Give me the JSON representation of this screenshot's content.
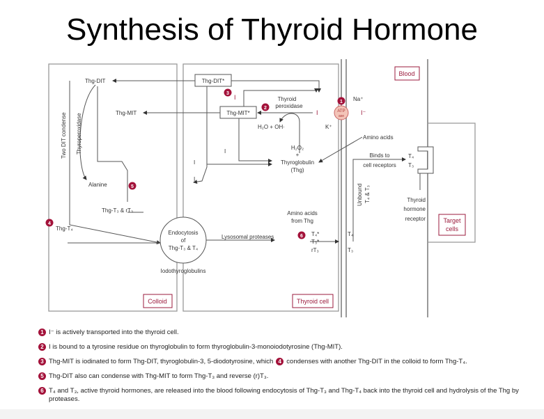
{
  "title": "Synthesis of Thyroid Hormone",
  "diagram": {
    "compartments": {
      "colloid": "Colloid",
      "thyroid_cell": "Thyroid cell",
      "blood": "Blood",
      "target_cells_1": "Target",
      "target_cells_2": "cells"
    },
    "colloid": {
      "thg_dit": "Thg-DIT",
      "thg_mit": "Thg-MIT",
      "two_dit_condense": "Two DIT condense",
      "thyroperoxidase": "Thyroperoxidase",
      "alanine": "Alanine",
      "thg_t3_rt3": "Thg-T₃ & rT₃",
      "thg_t4": "Thg-T₄",
      "endocytosis_1": "Endocytosis",
      "endocytosis_2": "of",
      "endocytosis_3": "Thg-T₃ & T₄",
      "iodothyroglobulins": "Iodothyroglobulins"
    },
    "cell": {
      "thg_dit_star": "Thg-DIT*",
      "thg_mit_star": "Thg-MIT*",
      "iodine": "I",
      "thyroid_1": "Thyroid",
      "peroxidase": "peroxidase",
      "h2o_oh": "H₂O + OH·",
      "h2o2": "H₂O₂",
      "plus": "+",
      "thyroglobulin": "Thyroglobulin",
      "thg": "(Thg)",
      "lysosomal_proteases": "Lysosomal proteases",
      "amino_acids_from_1": "Amino acids",
      "amino_acids_from_2": "from Thg",
      "t4_star": "T₄*",
      "t3_star": "T₃*",
      "rt3": "rT₃"
    },
    "membrane": {
      "na": "Na⁺",
      "k": "K⁺",
      "iodide": "I⁻",
      "atp_1": "ATP",
      "atp_2": "ase",
      "t4": "T₄",
      "t3": "T₃"
    },
    "blood": {
      "amino_acids": "Amino acids",
      "binds_to": "Binds to",
      "cell_receptors": "cell receptors",
      "unbound_1": "Unbound",
      "unbound_2": "T₄ & T₃",
      "t4": "T₄",
      "t3": "T₃",
      "receptor_1": "Thyroid",
      "receptor_2": "hormone",
      "receptor_3": "receptor"
    },
    "steps": [
      "1",
      "2",
      "3",
      "4",
      "5",
      "6"
    ]
  },
  "legend": [
    {
      "num": "1",
      "text": "I⁻ is actively transported into the thyroid cell."
    },
    {
      "num": "2",
      "text": "I is bound to a tyrosine residue on thyroglobulin to form thyroglobulin-3-monoiodotyrosine (Thg-MIT)."
    },
    {
      "num": "3",
      "text": "Thg-MIT is iodinated to form Thg-DIT, thyroglobulin-3, 5-diodotyrosine, which",
      "num2": "4",
      "text2": "condenses with another Thg-DIT in the colloid to form Thg-T₄."
    },
    {
      "num": "5",
      "text": "Thg-DIT also can condense with Thg-MIT to form Thg-T₃ and reverse (r)T₃."
    },
    {
      "num": "6",
      "text": "T₄ and T₃, active thyroid hormones, are released into the blood following endocytosis of Thg-T₃ and Thg-T₄ back into the thyroid cell and hydrolysis of the Thg by proteases."
    }
  ],
  "colors": {
    "accent": "#a3123a",
    "line": "#888888"
  }
}
